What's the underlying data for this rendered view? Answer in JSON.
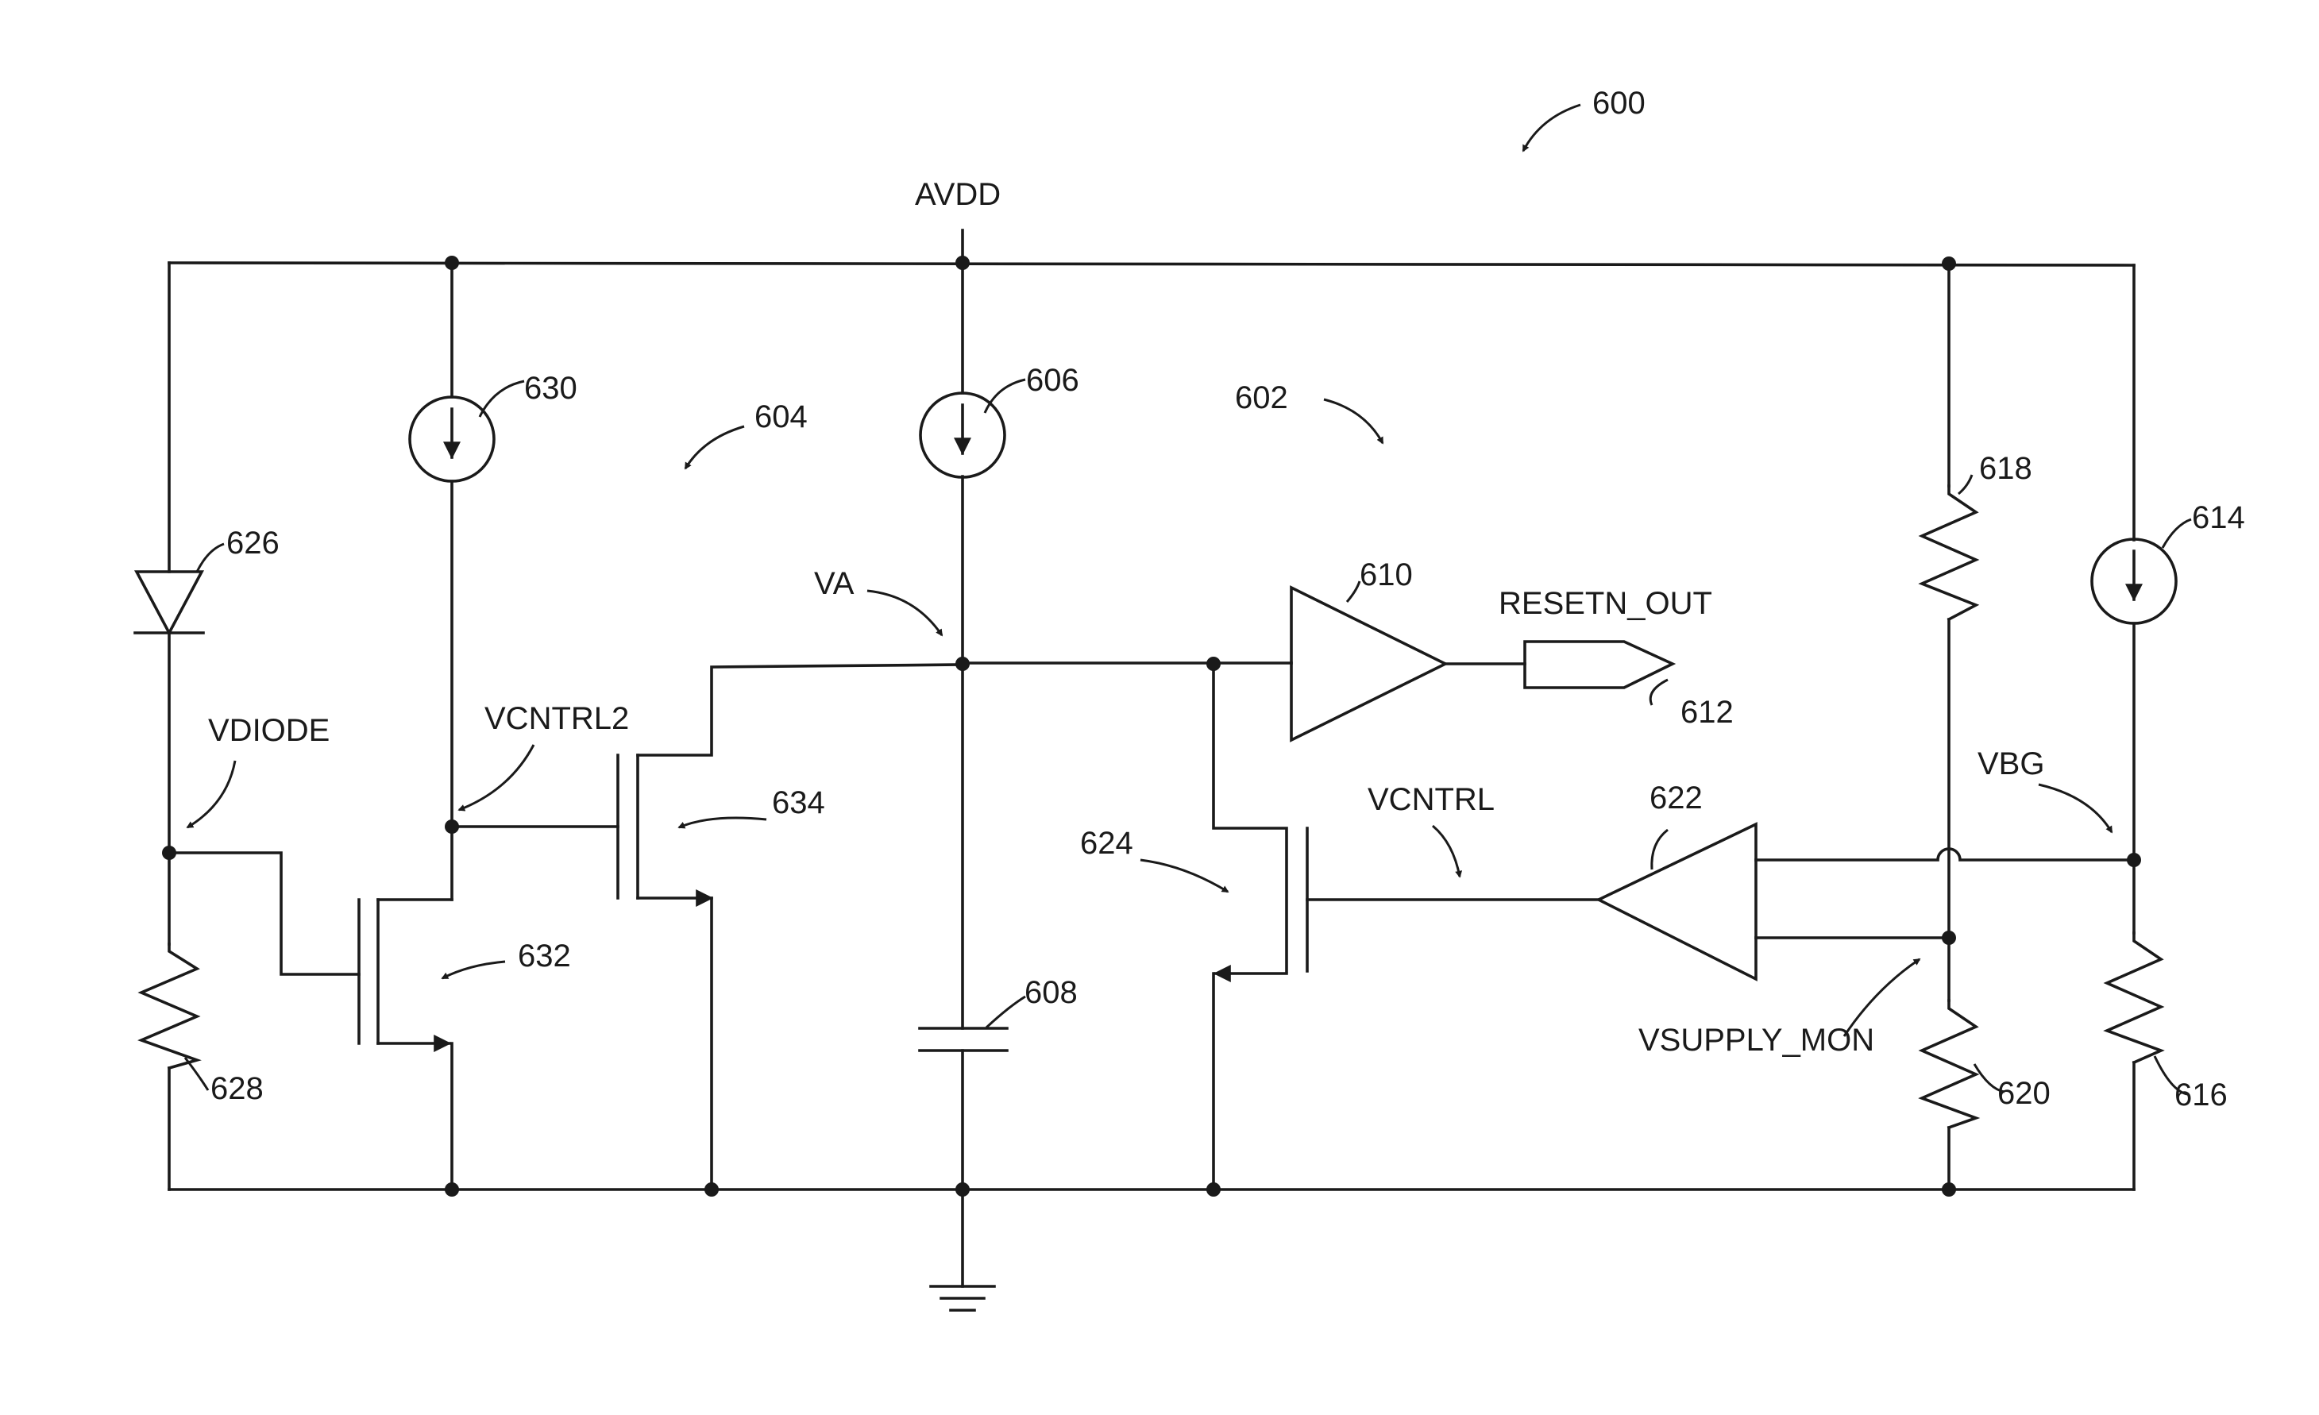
{
  "figure_number": "600",
  "nets": {
    "supply": "AVDD",
    "node_a": "VA",
    "control": "VCNTRL",
    "control2": "VCNTRL2",
    "diode_node": "VDIODE",
    "bandgap": "VBG",
    "supply_monitor": "VSUPPLY_MON",
    "output": "RESETN_OUT"
  },
  "refs": {
    "circuit_602": "602",
    "circuit_604": "604",
    "source_606": "606",
    "capacitor_608": "608",
    "buffer_610": "610",
    "output_612": "612",
    "source_614": "614",
    "resistor_616": "616",
    "resistor_618": "618",
    "resistor_620": "620",
    "comparator_622": "622",
    "transistor_624": "624",
    "diode_626": "626",
    "resistor_628": "628",
    "source_630": "630",
    "transistor_632": "632",
    "transistor_634": "634"
  }
}
